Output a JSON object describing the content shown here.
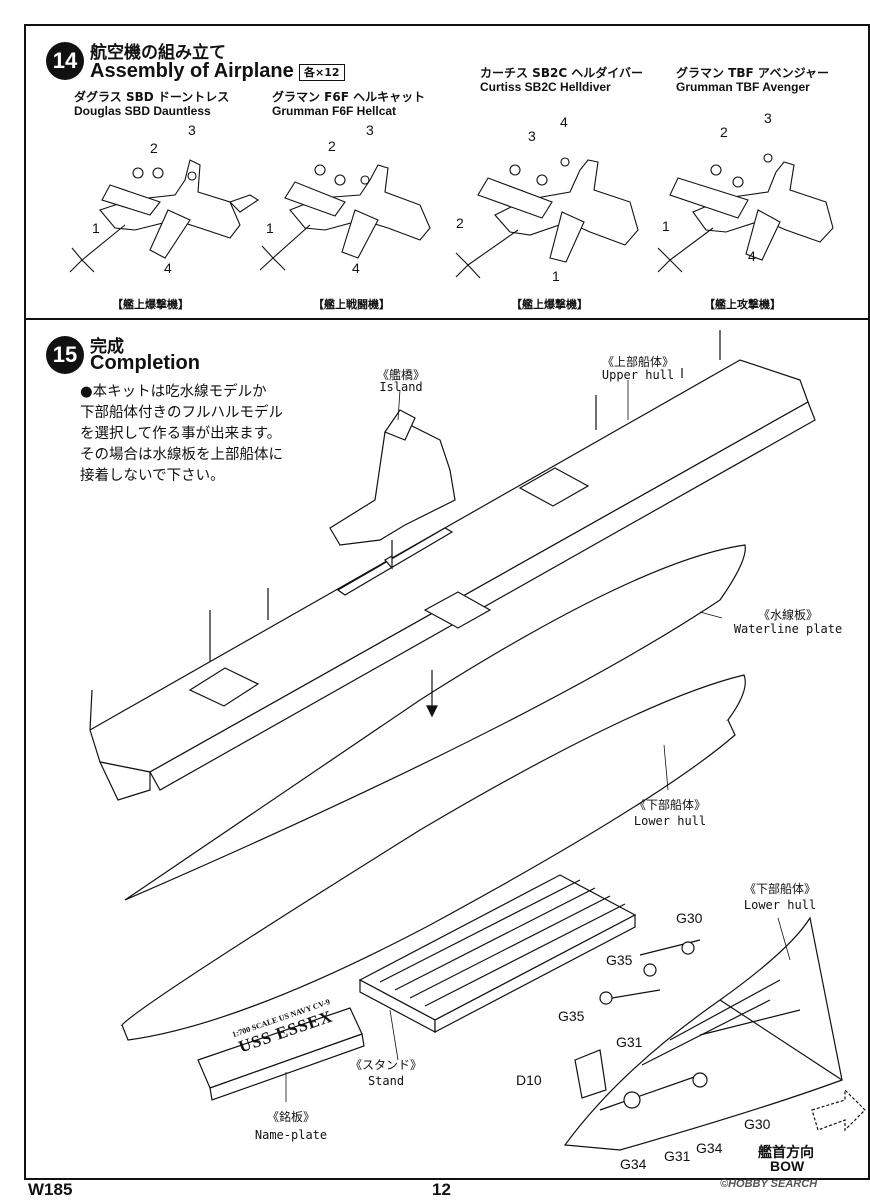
{
  "step14": {
    "number": "14",
    "title_jp": "航空機の組み立て",
    "title_en": "Assembly of Airplane",
    "badge": "各×12",
    "planes": [
      {
        "name_jp": "ダグラス SBD ドーントレス",
        "name_en": "Douglas SBD Dauntless",
        "caption": "【艦上爆撃機】",
        "parts": [
          "1",
          "2",
          "3",
          "4"
        ]
      },
      {
        "name_jp": "グラマン F6F ヘルキャット",
        "name_en": "Grumman F6F Hellcat",
        "caption": "【艦上戦闘機】",
        "parts": [
          "1",
          "2",
          "3",
          "4"
        ]
      },
      {
        "name_jp": "カーチス SB2C ヘルダイバー",
        "name_en": "Curtiss SB2C Helldiver",
        "caption": "【艦上爆撃機】",
        "parts": [
          "2",
          "3",
          "4",
          "1"
        ]
      },
      {
        "name_jp": "グラマン TBF アベンジャー",
        "name_en": "Grumman TBF Avenger",
        "caption": "【艦上攻撃機】",
        "parts": [
          "1",
          "2",
          "3",
          "4"
        ]
      }
    ]
  },
  "step15": {
    "number": "15",
    "title_jp": "完成",
    "title_en": "Completion",
    "note_lines": [
      "●本キットは吃水線モデルか",
      "下部船体付きのフルハルモデル",
      "を選択して作る事が出来ます。",
      "その場合は水線板を上部船体に",
      "接着しないで下さい。"
    ],
    "labels": {
      "island_jp": "《艦橋》",
      "island_en": "Island",
      "upper_jp": "《上部船体》",
      "upper_en": "Upper hull",
      "waterline_jp": "《水線板》",
      "waterline_en": "Waterline plate",
      "lower_jp": "《下部船体》",
      "lower_en": "Lower hull",
      "stand_jp": "《スタンド》",
      "stand_en": "Stand",
      "nameplate_jp": "《銘板》",
      "nameplate_en": "Name-plate",
      "lower2_jp": "《下部船体》",
      "lower2_en": "Lower hull"
    },
    "nameplate_text_small": "1:700 SCALE US NAVY CV-9",
    "nameplate_text_big": "USS ESSEX",
    "parts": [
      "G30",
      "G35",
      "G35",
      "G31",
      "D10",
      "G34",
      "G31",
      "G34",
      "G30"
    ],
    "bow_jp": "艦首方向",
    "bow_en": "BOW"
  },
  "footer": {
    "code": "W185",
    "page": "12",
    "watermark": "©HOBBY SEARCH"
  }
}
